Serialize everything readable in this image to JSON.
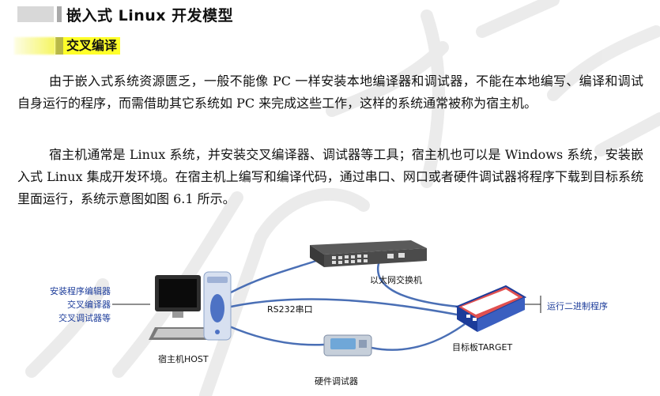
{
  "heading": {
    "title": "嵌入式 Linux 开发模型"
  },
  "subheading": {
    "title": "交叉编译"
  },
  "paragraphs": {
    "p1": "由于嵌入式系统资源匮乏，一般不能像 PC 一样安装本地编译器和调试器，不能在本地编写、编译和调试自身运行的程序，而需借助其它系统如 PC 来完成这些工作，这样的系统通常被称为宿主机。",
    "p2": "宿主机通常是 Linux 系统，并安装交叉编译器、调试器等工具；宿主机也可以是 Windows 系统，安装嵌入式 Linux 集成开发环境。在宿主机上编写和编译代码，通过串口、网口或者硬件调试器将程序下载到目标系统里面运行，系统示意图如图 6.1 所示。"
  },
  "diagram": {
    "host_tools": [
      "安装程序编辑器",
      "交叉编译器",
      "交叉调试器等"
    ],
    "host_label": "宿主机HOST",
    "switch_label": "以太网交换机",
    "serial_label": "RS232串口",
    "debugger_label": "硬件调试器",
    "target_label": "目标板TARGET",
    "target_note": "运行二进制程序"
  },
  "colors": {
    "highlight": "#ffff2a",
    "cable": "#4a6fb5",
    "label_blue": "#1c3c9a",
    "target_board": "#e05050"
  }
}
